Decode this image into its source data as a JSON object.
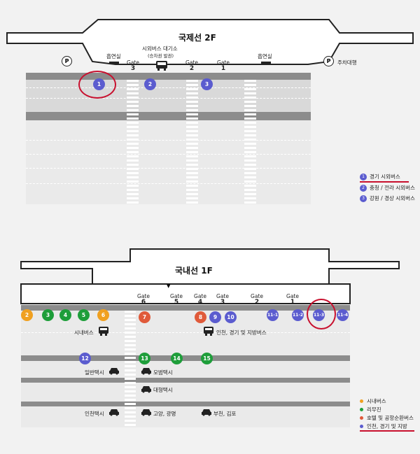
{
  "international": {
    "title": "국제선 2F",
    "parking_p": "P",
    "valet_label": "주차대행",
    "smoking_left": "흡연실",
    "smoking_right": "흡연실",
    "waiting_room_line1": "시외버스 대기소",
    "waiting_room_line2": "(승차권 발권)",
    "gates": [
      {
        "label": "Gate",
        "num": "3"
      },
      {
        "label": "Gate",
        "num": "2"
      },
      {
        "label": "Gate",
        "num": "1"
      }
    ],
    "stops": [
      "1",
      "2",
      "3"
    ],
    "legend": [
      {
        "num": "1",
        "text": "경기 시외버스"
      },
      {
        "num": "2",
        "text": "충청 / 전라 시외버스"
      },
      {
        "num": "3",
        "text": "강원 / 경상 시외버스"
      }
    ]
  },
  "domestic": {
    "title": "국내선 1F",
    "gates": [
      {
        "label": "Gate",
        "num": "6"
      },
      {
        "label": "Gate",
        "num": "5"
      },
      {
        "label": "Gate",
        "num": "4"
      },
      {
        "label": "Gate",
        "num": "3"
      },
      {
        "label": "Gate",
        "num": "2"
      },
      {
        "label": "Gate",
        "num": "1"
      }
    ],
    "stops_row1": [
      {
        "num": "2",
        "color": "#f0a020"
      },
      {
        "num": "3",
        "color": "#1e9e3a"
      },
      {
        "num": "4",
        "color": "#1e9e3a"
      },
      {
        "num": "5",
        "color": "#1e9e3a"
      },
      {
        "num": "6",
        "color": "#f0a020"
      },
      {
        "num": "7",
        "color": "#e05a3a"
      },
      {
        "num": "8",
        "color": "#e05a3a"
      },
      {
        "num": "9",
        "color": "#5b5ccf"
      },
      {
        "num": "10",
        "color": "#5b5ccf"
      },
      {
        "num": "11-1",
        "color": "#5b5ccf"
      },
      {
        "num": "11-2",
        "color": "#5b5ccf"
      },
      {
        "num": "11-3",
        "color": "#5b5ccf"
      },
      {
        "num": "11-4",
        "color": "#5b5ccf"
      }
    ],
    "stops_row2": [
      {
        "num": "12",
        "color": "#5b5ccf"
      },
      {
        "num": "13",
        "color": "#1e9e3a"
      },
      {
        "num": "14",
        "color": "#1e9e3a"
      },
      {
        "num": "15",
        "color": "#1e9e3a"
      }
    ],
    "labels": {
      "city_bus": "시내버스",
      "incheon_bus": "인천, 경기 및 지방버스",
      "general_taxi": "일반택시",
      "model_taxi": "모범택시",
      "large_taxi": "대형택시",
      "incheon_taxi": "인천택시",
      "goyang_taxi": "고양, 광명",
      "bucheon_taxi": "부천, 김포"
    },
    "legend": [
      {
        "color": "#f0a020",
        "text": "시내버스"
      },
      {
        "color": "#1e9e3a",
        "text": "리무진"
      },
      {
        "color": "#e05a3a",
        "text": "호텔 및 공항순환버스"
      },
      {
        "color": "#5b5ccf",
        "text": "인천, 경기 및 지방"
      }
    ]
  },
  "colors": {
    "highlight": "#c8102e",
    "road": "#8c8c8c",
    "intl_stop": "#5b5ccf"
  }
}
